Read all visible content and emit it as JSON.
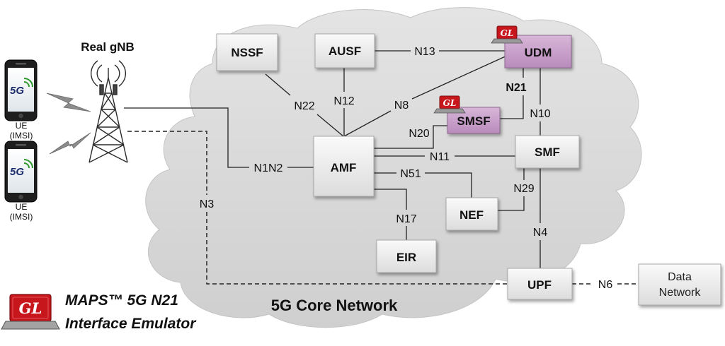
{
  "title": {
    "line1": "MAPS™ 5G N21",
    "line2": "Interface Emulator"
  },
  "cloud_label": "5G Core Network",
  "gnb_label": "Real gNB",
  "ue_devices": [
    {
      "line1": "UE",
      "line2": "(IMSI)",
      "badge": "5G"
    },
    {
      "line1": "UE",
      "line2": "(IMSI)",
      "badge": "5G"
    }
  ],
  "logo_text": "GL",
  "nodes": {
    "nssf": "NSSF",
    "ausf": "AUSF",
    "udm": "UDM",
    "smsf": "SMSF",
    "amf": "AMF",
    "smf": "SMF",
    "nef": "NEF",
    "eir": "EIR",
    "upf": "UPF",
    "data_network_line1": "Data",
    "data_network_line2": "Network"
  },
  "interfaces": {
    "n13": "N13",
    "n22": "N22",
    "n12": "N12",
    "n8": "N8",
    "n21": "N21",
    "n10": "N10",
    "n20": "N20",
    "n11": "N11",
    "n1n2": "N1N2",
    "n51": "N51",
    "n29": "N29",
    "n17": "N17",
    "n4": "N4",
    "n3": "N3",
    "n6": "N6"
  },
  "colors": {
    "cloud_fill": "#d9d9d9",
    "node_fill": "#ececec",
    "highlight_fill": "#c39bc5",
    "logo_red": "#c8161d"
  }
}
